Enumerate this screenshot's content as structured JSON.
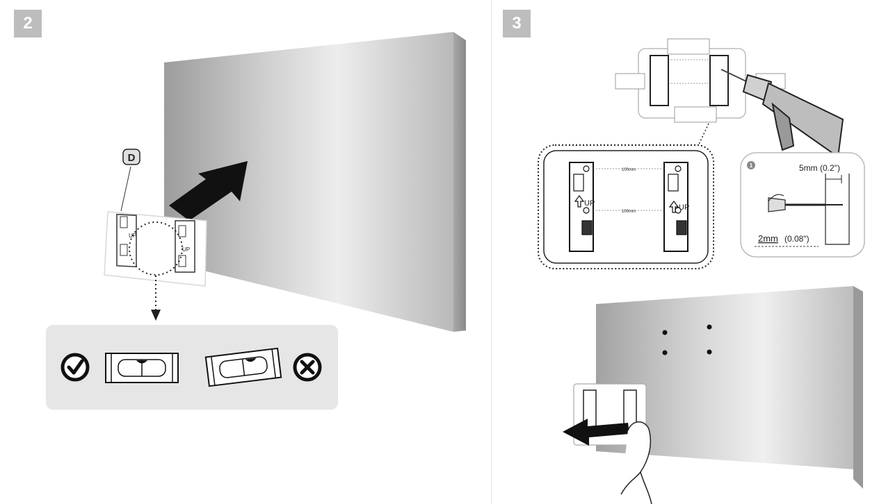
{
  "step2": {
    "number": "2",
    "part_label": "D",
    "template_labels": [
      "UP",
      "UP"
    ]
  },
  "step3": {
    "number": "3",
    "distance_labels": [
      "100mm",
      "100mm"
    ],
    "template_labels": [
      "UP",
      "UP"
    ],
    "detail": {
      "callout_number": "1",
      "depth_label": "5mm (0.2\")",
      "diameter_label_main": "2mm",
      "diameter_label_sub": "(0.08\")"
    }
  }
}
